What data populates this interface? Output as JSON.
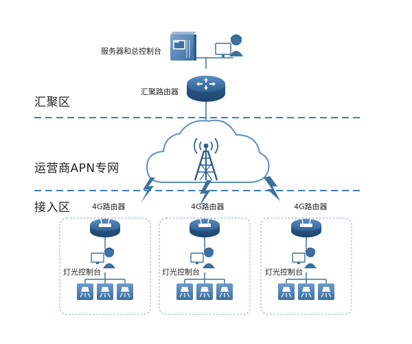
{
  "zones": {
    "aggregation": "汇聚区",
    "carrier": "运营商APN专网",
    "access": "接入区"
  },
  "core": {
    "server_label": "服务器和总控制台",
    "router_label": "汇聚路由器"
  },
  "access_groups": [
    {
      "router_label": "4G路由器",
      "console_label": "灯光控制台",
      "lights": 3
    },
    {
      "router_label": "4G路由器",
      "console_label": "灯光控制台",
      "lights": 3
    },
    {
      "router_label": "4G路由器",
      "console_label": "灯光控制台",
      "lights": 3
    }
  ],
  "colors": {
    "primary": "#3d6fa0",
    "primary_light": "#8fb0d3",
    "primary_pale": "#dbe7f3",
    "divider": "#3a7bc8",
    "cloud_stroke": "#5b8fc4",
    "light_box": "#5a8cc0"
  }
}
